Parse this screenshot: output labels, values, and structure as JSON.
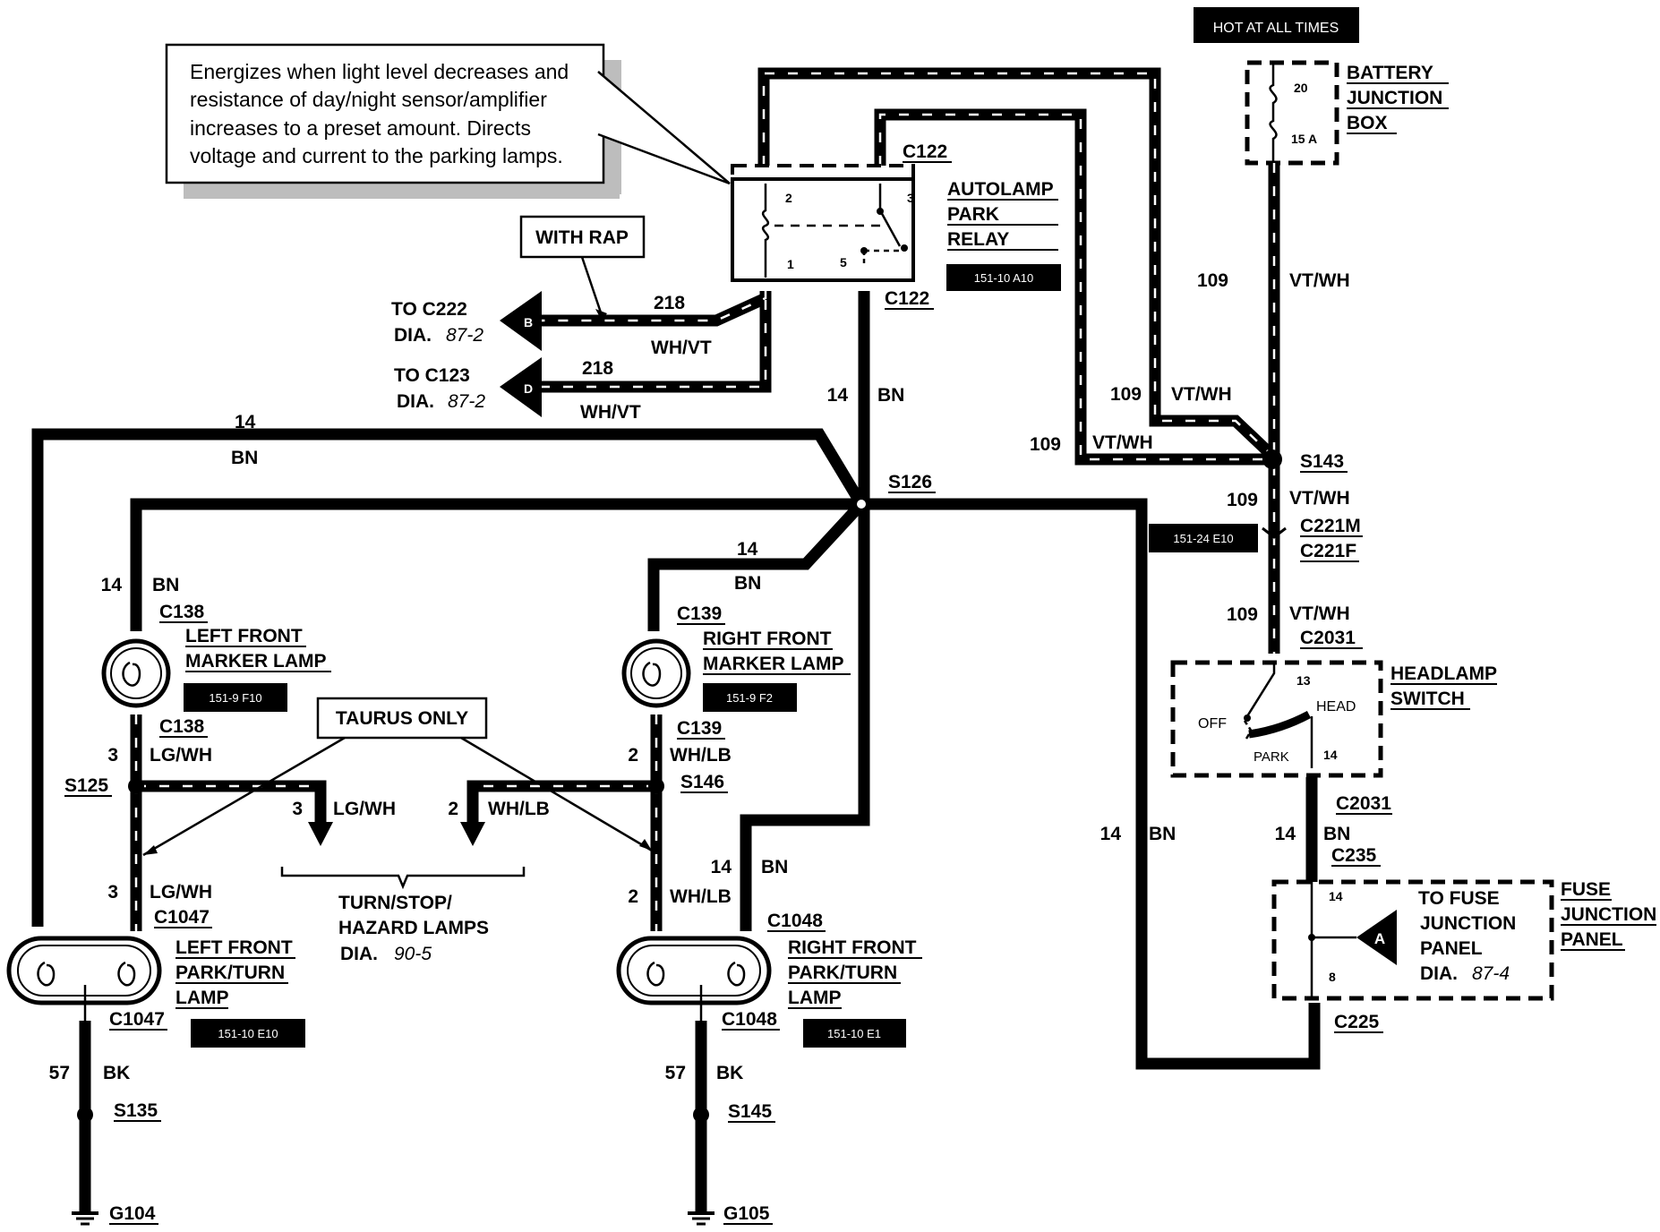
{
  "callout": {
    "lines": [
      "Energizes when light level decreases and",
      "resistance of day/night sensor/amplifier",
      "increases to a preset amount.  Directs",
      "voltage and current to the parking lamps."
    ]
  },
  "hot": "HOT AT ALL TIMES",
  "battery_box": {
    "l1": "BATTERY",
    "l2": "JUNCTION",
    "l3": "BOX",
    "pin": "20",
    "fuse": "15 A"
  },
  "relay": {
    "l1": "AUTOLAMP",
    "l2": "PARK",
    "l3": "RELAY",
    "ref": "151-10 A10",
    "p1": "1",
    "p2": "2",
    "p3": "3",
    "p5": "5",
    "c_top": "C122",
    "c_bot": "C122"
  },
  "with_rap": "WITH RAP",
  "to_c222": {
    "l1": "TO C222",
    "dia": "DIA.",
    "num": "87-2",
    "conn": "B",
    "circuit": "218",
    "color": "WH/VT"
  },
  "to_c123": {
    "l1": "TO C123",
    "dia": "DIA.",
    "num": "87-2",
    "conn": "D",
    "circuit": "218",
    "color": "WH/VT"
  },
  "wires": {
    "w14": "14",
    "bn": "BN",
    "w109": "109",
    "vtwh": "VT/WH",
    "w3": "3",
    "lgwh": "LG/WH",
    "w2": "2",
    "whlb": "WH/LB",
    "w57": "57",
    "bk": "BK"
  },
  "splices": {
    "s126": "S126",
    "s143": "S143",
    "s125": "S125",
    "s146": "S146",
    "s135": "S135",
    "s145": "S145"
  },
  "connectors": {
    "c221m": "C221M",
    "c221f": "C221F",
    "c221_ref": "151-24 E10",
    "c2031": "C2031",
    "c235": "C235",
    "c225": "C225",
    "c138": "C138",
    "c139": "C139",
    "c1047": "C1047",
    "c1048": "C1048"
  },
  "lamps": {
    "lf_marker": {
      "l1": "LEFT FRONT",
      "l2": "MARKER LAMP",
      "ref": "151-9 F10"
    },
    "rf_marker": {
      "l1": "RIGHT FRONT",
      "l2": "MARKER LAMP",
      "ref": "151-9 F2"
    },
    "lf_park": {
      "l1": "LEFT FRONT",
      "l2": "PARK/TURN",
      "l3": "LAMP",
      "ref": "151-10 E10"
    },
    "rf_park": {
      "l1": "RIGHT FRONT",
      "l2": "PARK/TURN",
      "l3": "LAMP",
      "ref": "151-10 E1"
    }
  },
  "headlamp": {
    "l1": "HEADLAMP",
    "l2": "SWITCH",
    "off": "OFF",
    "head": "HEAD",
    "park": "PARK",
    "p13": "13",
    "p14": "14"
  },
  "fuse_panel": {
    "l1": "FUSE",
    "l2": "JUNCTION",
    "l3": "PANEL",
    "to1": "TO FUSE",
    "to2": "JUNCTION",
    "to3": "PANEL",
    "dia": "DIA.",
    "num": "87-4",
    "conn": "A",
    "p14": "14",
    "p8": "8"
  },
  "taurus": "TAURUS ONLY",
  "turn": {
    "l1": "TURN/STOP/",
    "l2": "HAZARD LAMPS",
    "dia": "DIA.",
    "num": "90-5"
  },
  "grounds": {
    "g104": "G104",
    "g105": "G105"
  }
}
